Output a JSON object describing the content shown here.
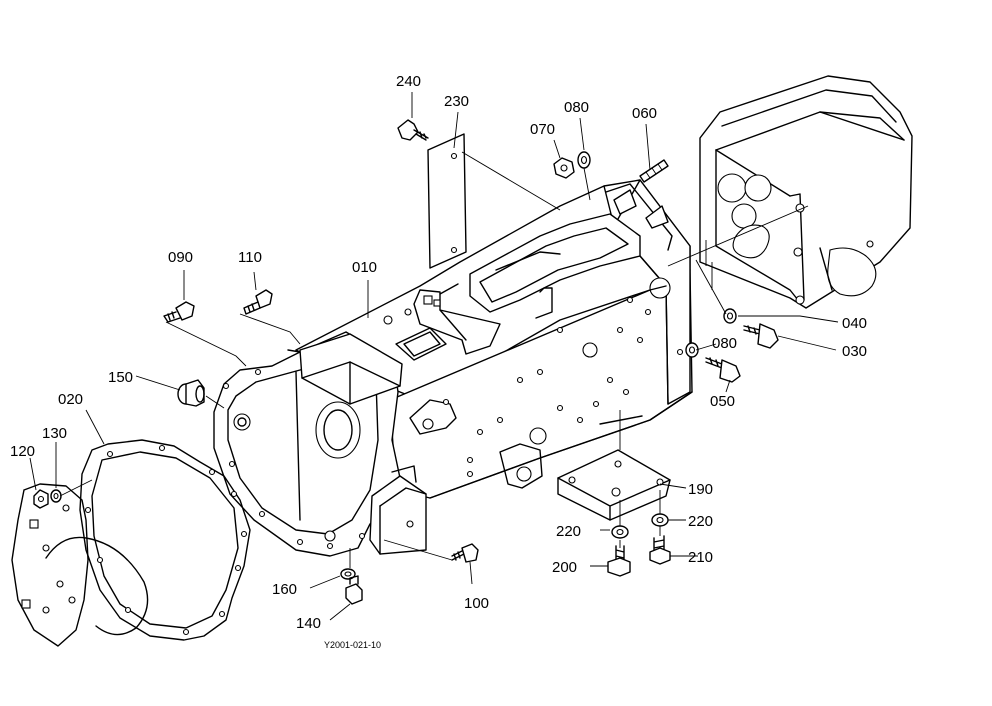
{
  "diagram": {
    "figure_code": "Y2001-021-10",
    "callouts": [
      {
        "id": "p240",
        "text": "240"
      },
      {
        "id": "p230",
        "text": "230"
      },
      {
        "id": "p070",
        "text": "070"
      },
      {
        "id": "p080a",
        "text": "080"
      },
      {
        "id": "p060",
        "text": "060"
      },
      {
        "id": "p090",
        "text": "090"
      },
      {
        "id": "p110",
        "text": "110"
      },
      {
        "id": "p010",
        "text": "010"
      },
      {
        "id": "p040",
        "text": "040"
      },
      {
        "id": "p030",
        "text": "030"
      },
      {
        "id": "p080b",
        "text": "080"
      },
      {
        "id": "p050",
        "text": "050"
      },
      {
        "id": "p150",
        "text": "150"
      },
      {
        "id": "p020",
        "text": "020"
      },
      {
        "id": "p130",
        "text": "130"
      },
      {
        "id": "p120",
        "text": "120"
      },
      {
        "id": "p190",
        "text": "190"
      },
      {
        "id": "p220a",
        "text": "220"
      },
      {
        "id": "p220b",
        "text": "220"
      },
      {
        "id": "p200",
        "text": "200"
      },
      {
        "id": "p210",
        "text": "210"
      },
      {
        "id": "p160",
        "text": "160"
      },
      {
        "id": "p140",
        "text": "140"
      },
      {
        "id": "p100",
        "text": "100"
      }
    ]
  }
}
